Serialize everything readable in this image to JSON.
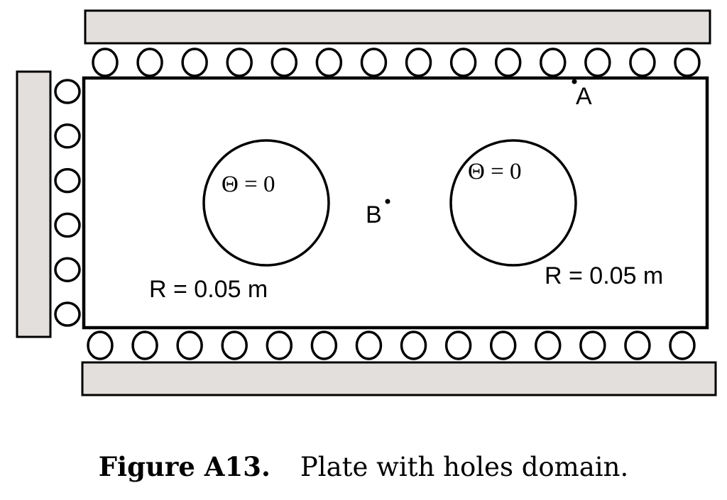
{
  "diagram": {
    "hole_left": {
      "condition": "Θ = 0",
      "radius_label": "R = 0.05 m"
    },
    "hole_right": {
      "condition": "Θ = 0",
      "radius_label": "R = 0.05 m"
    },
    "point_a": {
      "label": "A"
    },
    "point_b": {
      "label": "B"
    },
    "rollers": {
      "top_count": 14,
      "bottom_count": 14,
      "left_count": 6
    },
    "colors": {
      "wall_fill": "#e3dfdd",
      "stroke": "#000000",
      "background": "#ffffff"
    }
  },
  "caption": {
    "figure_label": "Figure A13.",
    "text": "Plate with holes domain."
  }
}
